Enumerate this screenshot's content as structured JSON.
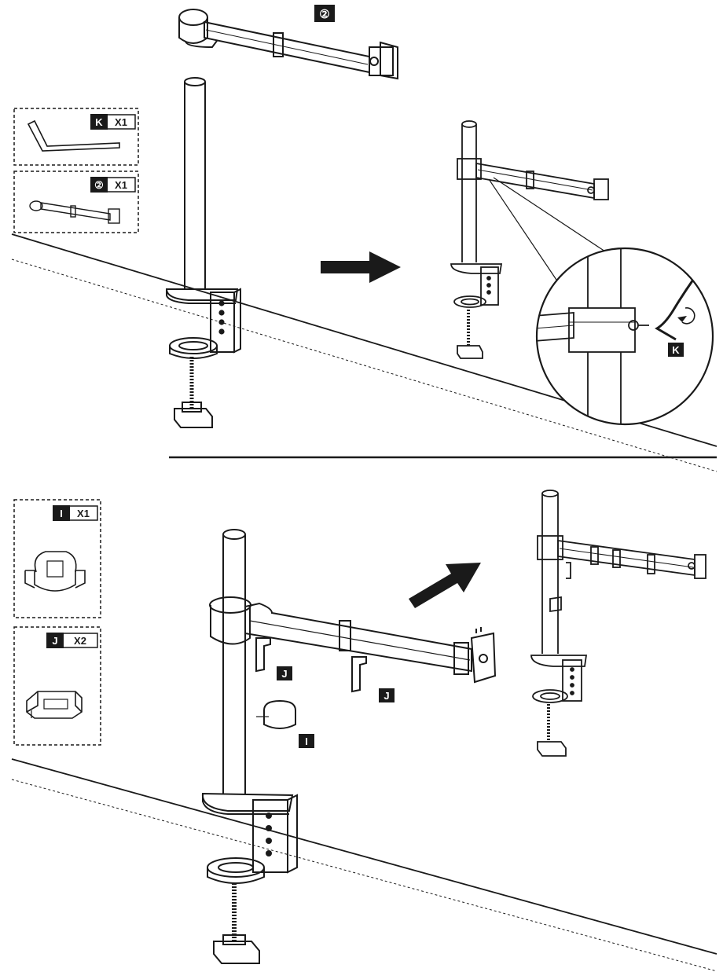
{
  "step1": {
    "parts": [
      {
        "id": "K",
        "qty": "X1",
        "icon": "allen-key-icon"
      },
      {
        "id": "②",
        "qty": "X1",
        "icon": "mount-arm-icon"
      }
    ],
    "arm_label": "②",
    "zoom_tool_label": "K"
  },
  "step2": {
    "parts": [
      {
        "id": "I",
        "qty": "X1",
        "icon": "cable-clip-large-icon"
      },
      {
        "id": "J",
        "qty": "X2",
        "icon": "cable-clip-small-icon"
      }
    ],
    "callouts": [
      "J",
      "J",
      "I"
    ]
  },
  "colors": {
    "ink": "#1a1a1a",
    "paper": "#ffffff",
    "dash": "#444444"
  }
}
